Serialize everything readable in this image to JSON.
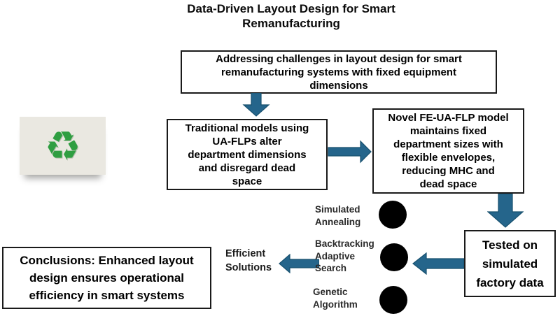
{
  "title": "Data-Driven Layout Design for Smart\nRemanufacturing",
  "boxes": {
    "challenge": "Addressing challenges in layout design for smart\nremanufacturing systems with fixed equipment\ndimensions",
    "traditional": "Traditional models using\nUA-FLPs alter\ndepartment dimensions\nand disregard dead\nspace",
    "novel": "Novel FE-UA-FLP model\nmaintains fixed\ndepartment sizes with\nflexible envelopes,\nreducing MHC and\ndead space",
    "tested": "Tested on\nsimulated\nfactory data",
    "conclusions": "Conclusions: Enhanced layout\ndesign ensures operational\nefficiency in smart systems"
  },
  "algorithms": [
    {
      "label": "Simulated\nAnnealing",
      "icon": "gear-icon"
    },
    {
      "label": "Backtracking\nAdaptive\nSearch",
      "icon": "gear-icon"
    },
    {
      "label": "Genetic\nAlgorithm",
      "icon": "gear-icon"
    }
  ],
  "labels": {
    "efficient": "Efficient\nSolutions"
  },
  "icons": {
    "recycle_glyph": "♻",
    "recycle_name": "recycle-icon",
    "gear_name": "gear-icon"
  },
  "colors": {
    "arrow": "#25658B",
    "arrow_outline": "#17506E",
    "gear_teal": "#2EAD92",
    "recycle_green": "#2F9E41",
    "card_bg": "#EAE8E1",
    "box_border": "#1A1A1A"
  }
}
